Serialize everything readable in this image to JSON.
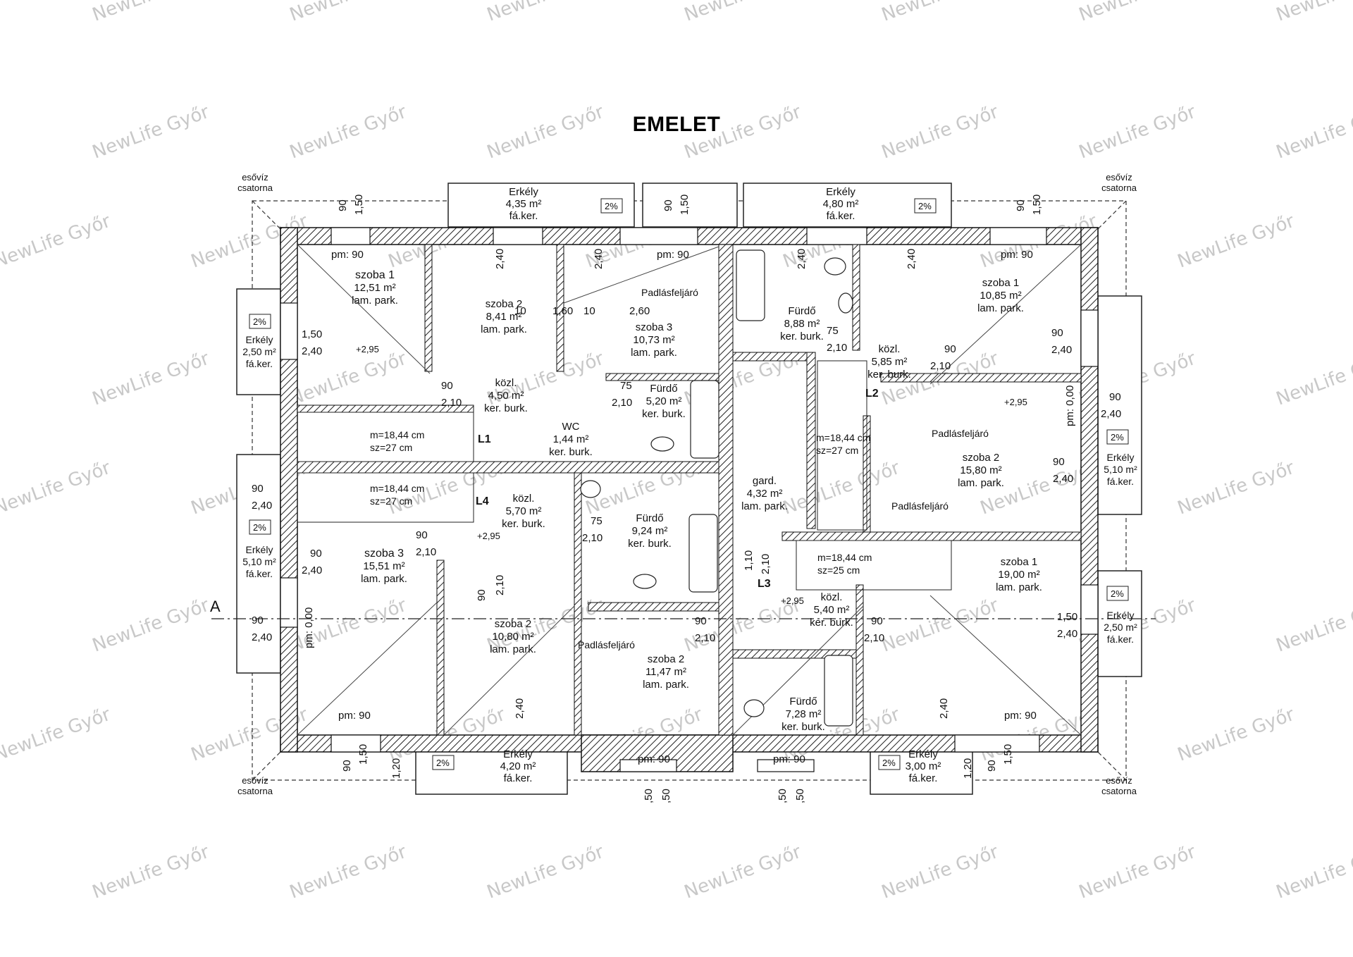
{
  "title": "EMELET",
  "watermark": "NewLife Győr",
  "axis_marker": "A",
  "rooms": {
    "l_szoba1": {
      "name": "szoba 1",
      "area": "12,51 m²",
      "floor": "lam. park."
    },
    "l_szoba2": {
      "name": "szoba 2",
      "area": "8,41 m²",
      "floor": "lam. park."
    },
    "l_szoba3": {
      "name": "szoba 3",
      "area": "10,73 m²",
      "floor": "lam. park."
    },
    "l_kozl1": {
      "name": "közl.",
      "area": "4,50 m²",
      "floor": "ker. burk."
    },
    "l_wc": {
      "name": "WC",
      "area": "1,44 m²",
      "floor": "ker. burk."
    },
    "l_furdo1": {
      "name": "Fürdő",
      "area": "5,20 m²",
      "floor": "ker. burk."
    },
    "l_kozl2": {
      "name": "közl.",
      "area": "5,70 m²",
      "floor": "ker. burk."
    },
    "l_furdo2": {
      "name": "Fürdő",
      "area": "9,24 m²",
      "floor": "ker. burk."
    },
    "l_szoba3b": {
      "name": "szoba 3",
      "area": "15,51 m²",
      "floor": "lam. park."
    },
    "l_szoba2b": {
      "name": "szoba 2",
      "area": "10,80 m²",
      "floor": "lam. park."
    },
    "m_szoba2": {
      "name": "szoba 2",
      "area": "11,47 m²",
      "floor": "lam. park."
    },
    "m_furdo": {
      "name": "Fürdő",
      "area": "8,88 m²",
      "floor": "ker. burk."
    },
    "m_gard": {
      "name": "gard.",
      "area": "4,32 m²",
      "floor": "lam. park."
    },
    "m_kozl": {
      "name": "közl.",
      "area": "5,40 m²",
      "floor": "ker. burk."
    },
    "m_furdo2": {
      "name": "Fürdő",
      "area": "7,28 m²",
      "floor": "ker. burk."
    },
    "r_szoba1": {
      "name": "szoba 1",
      "area": "10,85 m²",
      "floor": "lam. park."
    },
    "r_kozl": {
      "name": "közl.",
      "area": "5,85 m²",
      "floor": "ker. burk."
    },
    "r_szoba2": {
      "name": "szoba 2",
      "area": "15,80 m²",
      "floor": "lam. park."
    },
    "r_szoba1b": {
      "name": "szoba 1",
      "area": "19,00 m²",
      "floor": "lam. park."
    }
  },
  "balconies": {
    "b_top_left": {
      "name": "Erkély",
      "area": "4,35 m²",
      "floor": "fá.ker."
    },
    "b_top_right": {
      "name": "Erkély",
      "area": "4,80 m²",
      "floor": "fá.ker."
    },
    "b_left_upper": {
      "name": "Erkély",
      "area": "2,50 m²",
      "floor": "fá.ker."
    },
    "b_left_lower": {
      "name": "Erkély",
      "area": "5,10 m²",
      "floor": "fá.ker."
    },
    "b_right_upper": {
      "name": "Erkély",
      "area": "5,10 m²",
      "floor": "fá.ker."
    },
    "b_right_lower": {
      "name": "Erkély",
      "area": "2,50 m²",
      "floor": "fá.ker."
    },
    "b_bottom_left": {
      "name": "Erkély",
      "area": "4,20 m²",
      "floor": "fá.ker."
    },
    "b_bottom_right": {
      "name": "Erkély",
      "area": "3,00 m²",
      "floor": "fá.ker."
    }
  },
  "gutters": {
    "line1": "esővíz",
    "line2": "csatorna"
  },
  "stairs": {
    "L1": {
      "label": "L1",
      "m": "m=18,44 cm",
      "sz": "sz=27 cm"
    },
    "L4": {
      "label": "L4",
      "m": "m=18,44 cm",
      "sz": "sz=27 cm"
    },
    "L2": {
      "label": "L2",
      "m": "m=18,44 cm",
      "sz": "sz=27 cm"
    },
    "L3": {
      "label": "L3",
      "m": "m=18,44 cm",
      "sz": "sz=25 cm"
    }
  },
  "notes": {
    "attic_access": "Padlásfeljáró",
    "slope": "2%",
    "level_left": "+2,95",
    "level_left2": "+2,95",
    "level_mid": "+2,95",
    "level_right": "+2,95",
    "pm90": "pm: 90",
    "pm000": "pm: 0,00"
  },
  "dims": {
    "d90": "90",
    "d150": "1,50",
    "d240": "2,40",
    "d210": "2,10",
    "d75": "75",
    "d260": "2,60",
    "d160": "1,60",
    "d10": "10",
    "d120": "1,20",
    "d110": "1,10",
    "d50": ",50"
  }
}
